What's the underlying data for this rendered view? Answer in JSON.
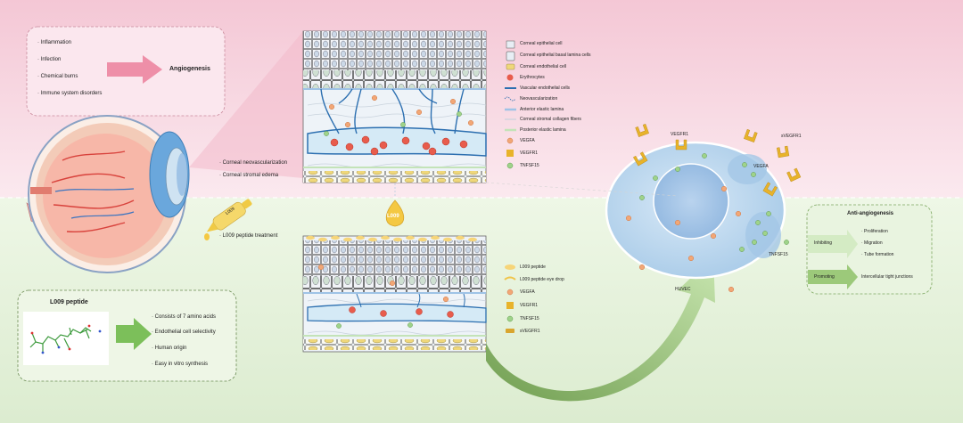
{
  "causes_box": {
    "items": [
      "· Inflammation",
      "· Infection",
      "· Chemical burns",
      "· Immune system disorders"
    ],
    "result": "Angiogenesis"
  },
  "eye_labels": {
    "pathology_1": "· Corneal neovascularization",
    "pathology_2": "· Corneal stromal edema",
    "bottle_label": "L009",
    "treatment": "· L009 peptide treatment"
  },
  "center_drop_label": "L009",
  "legend_top": [
    "Corneal epithelial cell",
    "Corneal epithelial basal lamina cells",
    "Corneal endothelial cell",
    "Erythrocytes",
    "Vascular endothelial cells",
    "Neovascularization",
    "Anterior elastic lamina",
    "Corneal stromal collagen fibers",
    "Posterior elastic lamina",
    "VEGFA",
    "VEGFR1",
    "TNFSF15"
  ],
  "legend_bottom": [
    "L009 peptide",
    "L009 peptide eye drop",
    "VEGFA",
    "VEGFR1",
    "TNFSF15",
    "sVEGFR1"
  ],
  "peptide_box": {
    "title": "L009 peptide",
    "items": [
      "· Consists of 7 amino acids",
      "· Endothelial cell selectivity",
      "· Human origin",
      "· Easy in vitro synthesis"
    ]
  },
  "cell_labels": {
    "vegfr1": "VEGFR1",
    "svegfr1": "sVEGFR1",
    "vegfa": "VEGFA",
    "tnfsf15": "TNFSF15",
    "cell_name": "HUVEC"
  },
  "anti_box": {
    "title": "Anti-angiogenesis",
    "inhibiting": "Inhibiting",
    "promoting": "Promoting",
    "inhibit_items": [
      "· Proliferation",
      "· Migration",
      "· Tube formation"
    ],
    "promote_item": "Intercellular tight junctions"
  },
  "colors": {
    "pink_bg": "#f8dde6",
    "green_bg": "#e7f2dc",
    "arrow_pink": "#ef8fa8",
    "arrow_green": "#9cc97a",
    "cell_fill": "#bcd8f0",
    "drop_yellow": "#f4c842"
  }
}
